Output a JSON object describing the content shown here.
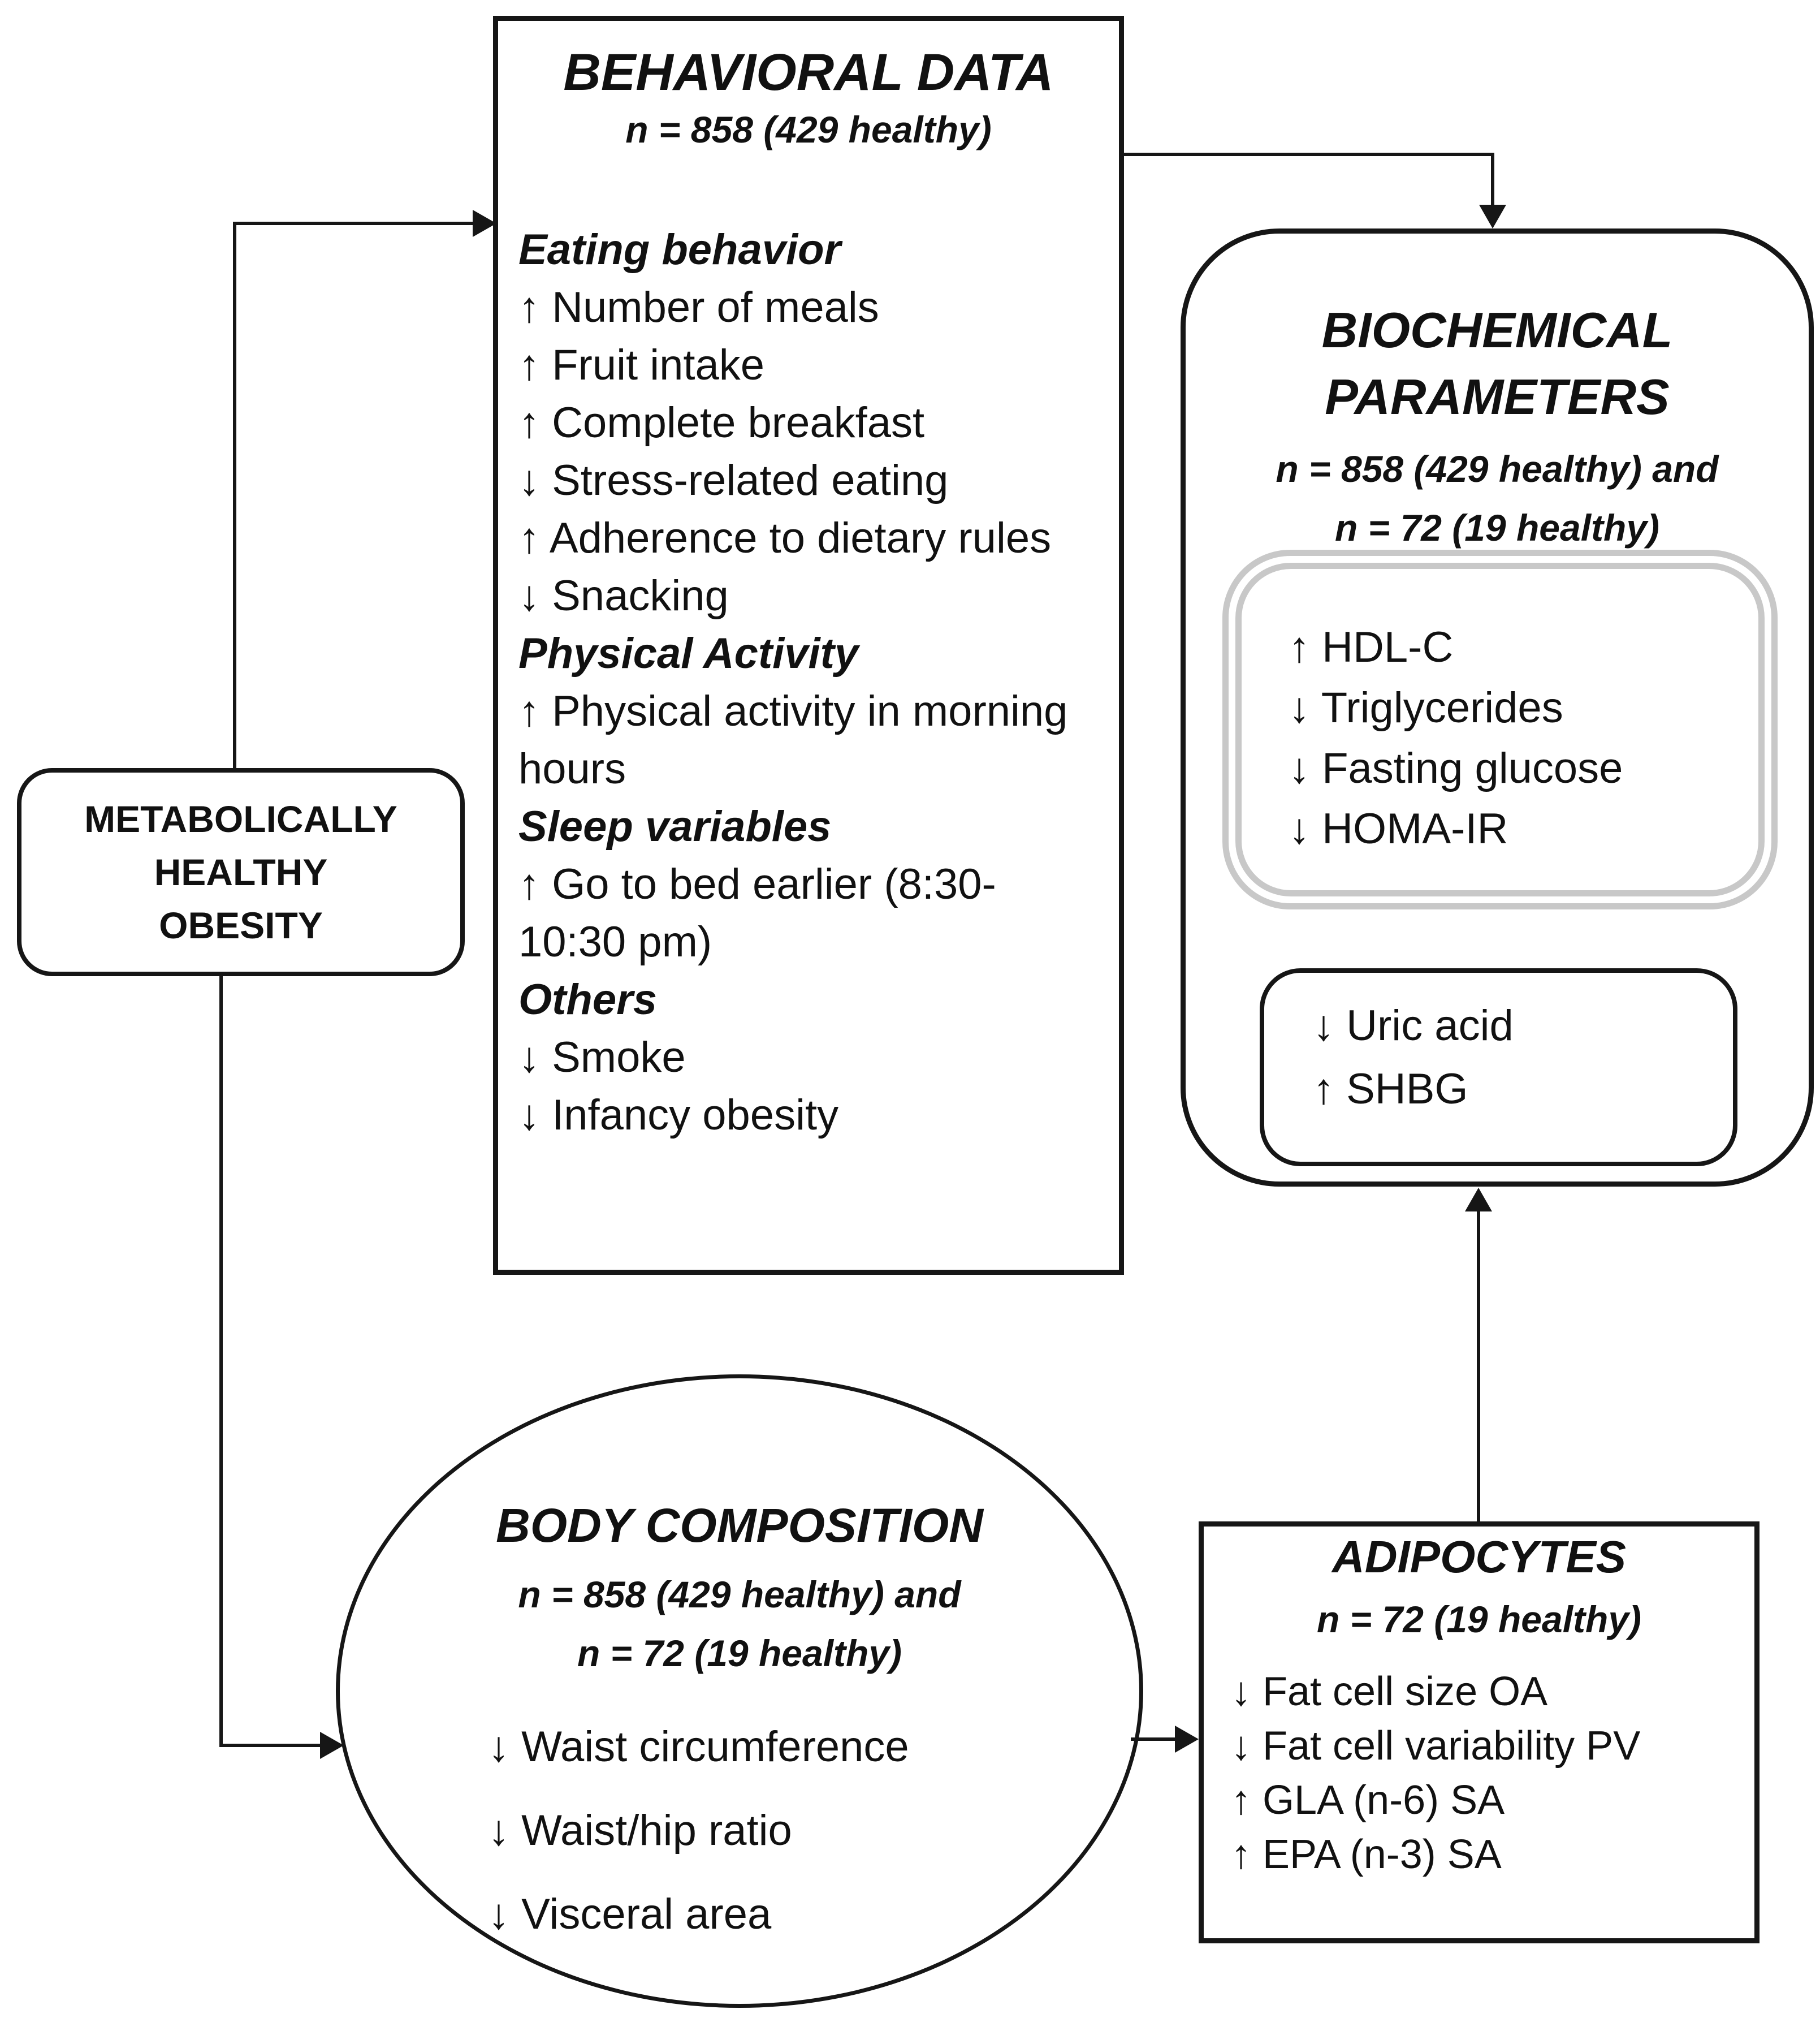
{
  "diagram": {
    "colors": {
      "stroke": "#161616",
      "panel_border_gray": "#c8c8c8",
      "background": "#ffffff"
    },
    "mho": {
      "title_lines": [
        "METABOLICALLY",
        "HEALTHY",
        "OBESITY"
      ]
    },
    "behavioral": {
      "title": "BEHAVIORAL DATA",
      "subtitle": "n = 858 (429 healthy)",
      "lines": [
        {
          "kind": "header",
          "text": "Eating behavior"
        },
        {
          "kind": "item",
          "text": "↑ Number of meals"
        },
        {
          "kind": "item",
          "text": "↑ Fruit intake"
        },
        {
          "kind": "item",
          "text": "↑ Complete breakfast"
        },
        {
          "kind": "item",
          "text": "↓ Stress-related eating"
        },
        {
          "kind": "item",
          "text": "↑ Adherence to dietary rules"
        },
        {
          "kind": "item",
          "text": "↓ Snacking"
        },
        {
          "kind": "header",
          "text": "Physical Activity"
        },
        {
          "kind": "item",
          "text": "↑ Physical activity in morning hours"
        },
        {
          "kind": "header",
          "text": "Sleep variables"
        },
        {
          "kind": "item",
          "text": "↑ Go to bed earlier (8:30-10:30 pm)"
        },
        {
          "kind": "header",
          "text": "Others"
        },
        {
          "kind": "item",
          "text": "↓ Smoke"
        },
        {
          "kind": "item",
          "text": "↓ Infancy obesity"
        }
      ]
    },
    "biochemical": {
      "title_lines": [
        "BIOCHEMICAL",
        "PARAMETERS"
      ],
      "subtitle_lines": [
        "n = 858 (429 healthy) and",
        "n = 72 (19 healthy)"
      ],
      "panel_primary_items": [
        "↑ HDL-C",
        "↓ Triglycerides",
        "↓ Fasting glucose",
        "↓ HOMA-IR"
      ],
      "panel_secondary_items": [
        "↓ Uric acid",
        "↑ SHBG"
      ]
    },
    "body_composition": {
      "title": "BODY COMPOSITION",
      "subtitle_lines": [
        "n = 858 (429 healthy) and",
        "n = 72 (19 healthy)"
      ],
      "items": [
        "↓ Waist circumference",
        "↓ Waist/hip ratio",
        "↓ Visceral area"
      ]
    },
    "adipocytes": {
      "title": "ADIPOCYTES",
      "subtitle": "n = 72 (19 healthy)",
      "items": [
        "↓ Fat cell size OA",
        "↓ Fat cell variability PV",
        "↑ GLA (n-6) SA",
        "↑ EPA (n-3) SA"
      ]
    }
  }
}
